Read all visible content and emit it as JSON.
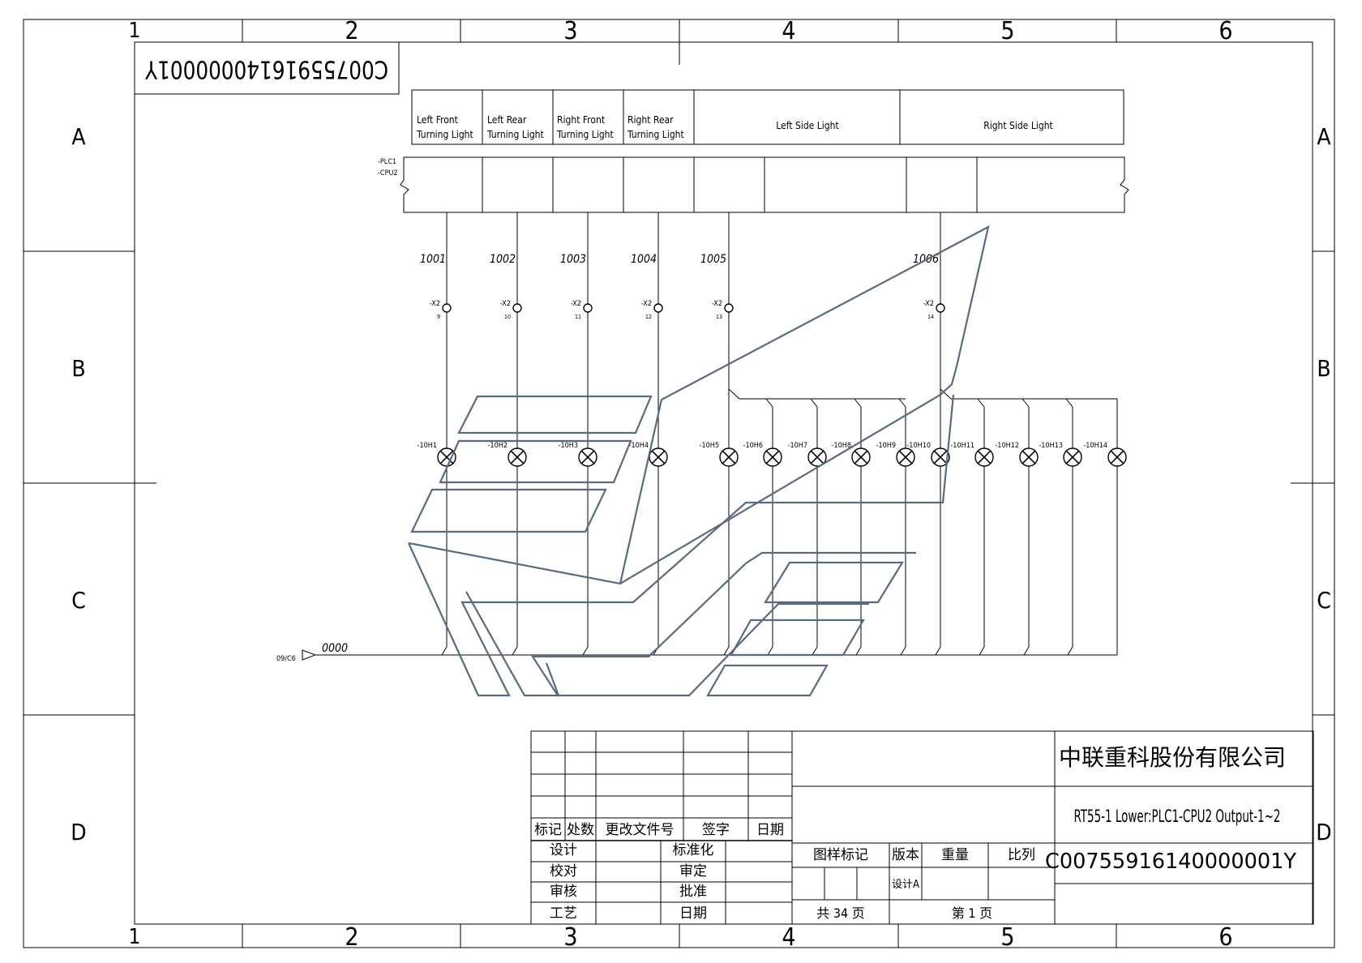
{
  "frame": {
    "columns": [
      "1",
      "2",
      "3",
      "4",
      "5",
      "6"
    ],
    "rows": [
      "A",
      "B",
      "C",
      "D"
    ]
  },
  "corner_code": "C00755916140000001Y",
  "headers": [
    {
      "line1": "Left Front",
      "line2": "Turning Light"
    },
    {
      "line1": "Left Rear",
      "line2": "Turning Light"
    },
    {
      "line1": "Right Front",
      "line2": "Turning Light"
    },
    {
      "line1": "Right Rear",
      "line2": "Turning Light"
    },
    {
      "line1": "Left Side Light",
      "line2": ""
    },
    {
      "line1": "Right Side Light",
      "line2": ""
    }
  ],
  "plc": {
    "line1": "-PLC1",
    "line2": "-CPU2"
  },
  "wires": [
    "1001",
    "1002",
    "1003",
    "1004",
    "1005",
    "1006"
  ],
  "terminals": [
    {
      "tag": "-X2",
      "num": "9"
    },
    {
      "tag": "-X2",
      "num": "10"
    },
    {
      "tag": "-X2",
      "num": "11"
    },
    {
      "tag": "-X2",
      "num": "12"
    },
    {
      "tag": "-X2",
      "num": "13"
    },
    {
      "tag": "-X2",
      "num": "14"
    }
  ],
  "lamps": [
    "-10H1",
    "-10H2",
    "-10H3",
    "-10H4",
    "-10H5",
    "-10H6",
    "-10H7",
    "-10H8",
    "-10H9",
    "-10H10",
    "-10H11",
    "-10H12",
    "-10H13",
    "-10H14"
  ],
  "common": {
    "ref": "09/C6",
    "wire": "0000"
  },
  "title_block": {
    "company": "中联重科股份有限公司",
    "drawing_title": "RT55-1 Lower:PLC1-CPU2 Output-1~2",
    "drawing_number": "C00755916140000001Y",
    "rev_headers": [
      "标记",
      "处数",
      "更改文件号",
      "签字",
      "日期"
    ],
    "design": "设计",
    "standard": "标准化",
    "check": "校对",
    "review": "审定",
    "audit": "审核",
    "approve": "批准",
    "process": "工艺",
    "date": "日期",
    "pattern_mark": "图样标记",
    "version": "版本",
    "weight": "重量",
    "scale": "比列",
    "design_stage": "设计A",
    "total_pages": "共 34 页",
    "page": "第 1 页"
  }
}
